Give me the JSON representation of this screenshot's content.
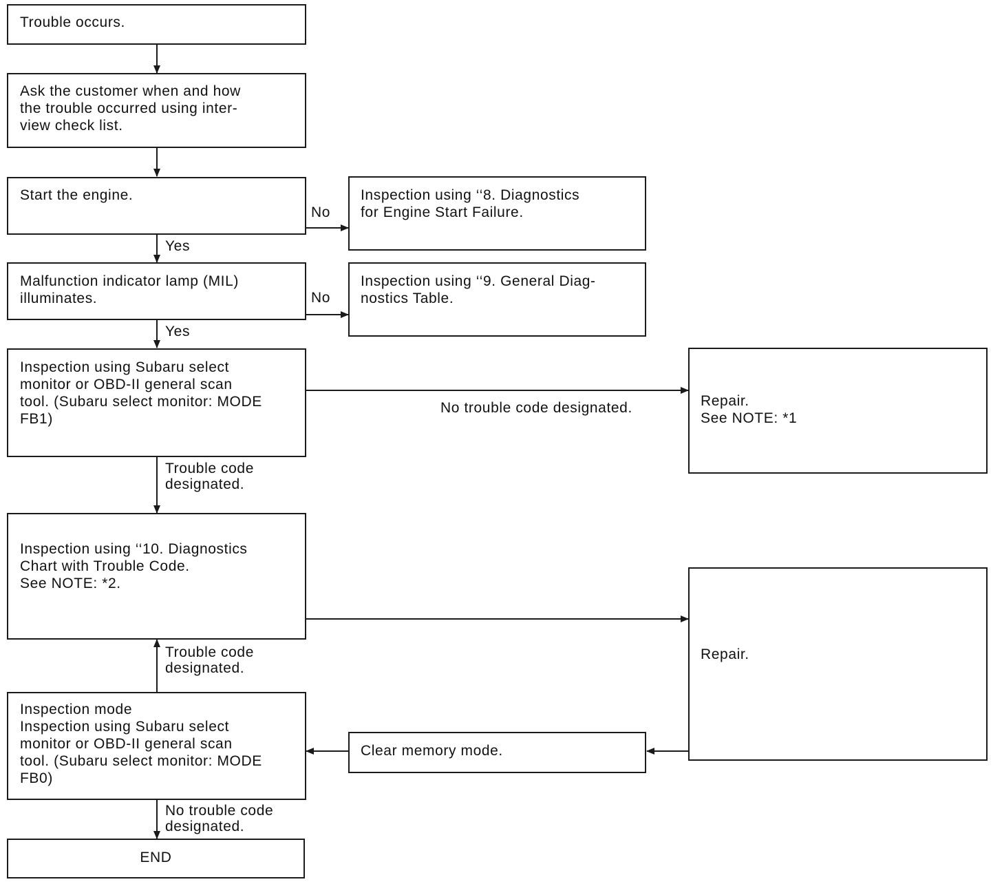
{
  "boxes": {
    "trouble_occurs": "Trouble occurs.",
    "ask_customer": "Ask the customer when and how\nthe trouble occurred using inter-\nview check list.",
    "start_engine": "Start the engine.",
    "start_failure": "Inspection using ‘‘8. Diagnostics\nfor Engine Start Failure.",
    "mil": "Malfunction indicator lamp (MIL)\nilluminates.",
    "general_diag": "Inspection using ‘‘9. General Diag-\nnostics Table.",
    "scan_fb1": "Inspection using Subaru select\nmonitor or OBD-II general scan\ntool. (Subaru select monitor: MODE\nFB1)",
    "repair_note1": "Repair.\nSee NOTE: *1",
    "trouble_code_chart": "Inspection using ‘‘10. Diagnostics\nChart with Trouble Code.\nSee NOTE: *2.",
    "repair": "Repair.",
    "inspection_mode": "Inspection mode\nInspection using Subaru select\nmonitor or OBD-II general scan\ntool. (Subaru select monitor: MODE\nFB0)",
    "clear_memory": "Clear memory mode.",
    "end": "END"
  },
  "labels": {
    "no_1": "No",
    "yes_1": "Yes",
    "no_2": "No",
    "yes_2": "Yes",
    "no_code_designated_1": "No trouble code designated.",
    "code_designated_1": "Trouble code\ndesignated.",
    "code_designated_2": "Trouble code\ndesignated.",
    "no_code_designated_2": "No trouble code\ndesignated."
  }
}
